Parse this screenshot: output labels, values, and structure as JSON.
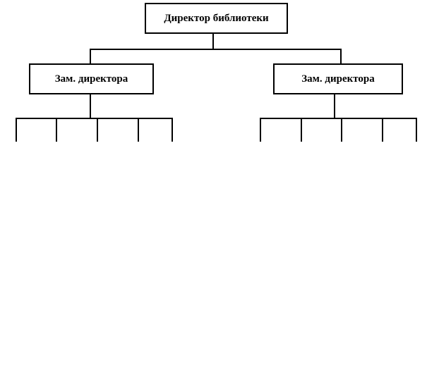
{
  "diagram": {
    "type": "org-chart",
    "director": {
      "label": "Директор библиотеки"
    },
    "deputies": [
      {
        "label": "Зам. директора",
        "subordinate_branches": 5
      },
      {
        "label": "Зам. директора",
        "subordinate_branches": 5
      }
    ]
  }
}
